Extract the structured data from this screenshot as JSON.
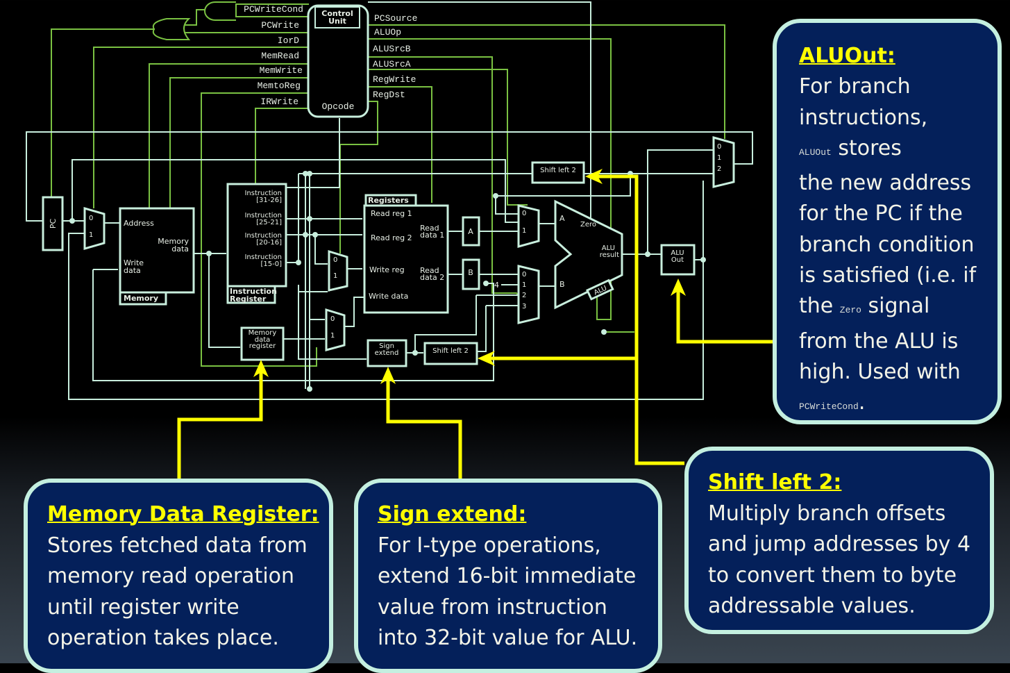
{
  "control_unit": {
    "title_line1": "Control",
    "title_line2": "Unit",
    "opcode": "Opcode",
    "left_signals": [
      "PCWriteCond",
      "PCWrite",
      "IorD",
      "MemRead",
      "MemWrite",
      "MemtoReg",
      "IRWrite"
    ],
    "right_signals": [
      "PCSource",
      "ALUOp",
      "ALUSrcB",
      "ALUSrcA",
      "RegWrite",
      "RegDst"
    ]
  },
  "pc": {
    "label": "PC"
  },
  "memory": {
    "title": "Memory",
    "address": "Address",
    "mem_data_1": "Memory",
    "mem_data_2": "data",
    "write_data_1": "Write",
    "write_data_2": "data"
  },
  "instruction_register": {
    "title_1": "Instruction",
    "title_2": "Register",
    "fields": [
      {
        "l1": "Instruction",
        "l2": "[31-26]"
      },
      {
        "l1": "Instruction",
        "l2": "[25-21]"
      },
      {
        "l1": "Instruction",
        "l2": "[20-16]"
      },
      {
        "l1": "Instruction",
        "l2": "[15-0]"
      }
    ]
  },
  "registers": {
    "title": "Registers",
    "read_reg_1": "Read reg 1",
    "read_reg_2": "Read reg 2",
    "write_reg": "Write reg",
    "write_data": "Write data",
    "read_data_1a": "Read",
    "read_data_1b": "data 1",
    "read_data_2a": "Read",
    "read_data_2b": "data 2"
  },
  "latches": {
    "a": "A",
    "b": "B",
    "aluout_1": "ALU",
    "aluout_2": "Out"
  },
  "mdr": {
    "l1": "Memory",
    "l2": "data",
    "l3": "register"
  },
  "sign_extend": {
    "l1": "Sign",
    "l2": "extend"
  },
  "shift_left_top": "Shift left 2",
  "shift_left_bottom": "Shift left 2",
  "alu": {
    "a": "A",
    "b": "B",
    "zero": "Zero",
    "result_1": "ALU",
    "result_2": "result",
    "control": "ALU"
  },
  "mux_labels": {
    "m0": "0",
    "m1": "1",
    "m2": "2",
    "m3": "3",
    "const_four": "4"
  },
  "callouts": {
    "mdr": {
      "heading": "Memory Data Register:",
      "lines": [
        "Stores fetched data from",
        "memory read operation",
        "until register write",
        "operation takes place."
      ]
    },
    "sign_extend": {
      "heading": "Sign extend:",
      "lines": [
        "For I-type operations,",
        "extend 16-bit immediate",
        "value from instruction",
        "into 32-bit value for ALU."
      ]
    },
    "shift_left": {
      "heading": "Shift left 2:",
      "lines": [
        "Multiply branch offsets",
        "and jump addresses by 4",
        "to convert them to byte",
        "addressable values."
      ]
    },
    "aluout": {
      "heading": "ALUOut:",
      "l1": "For branch",
      "l2": "instructions,",
      "l3_mono": "ALUOut",
      "l3_rest": " stores",
      "l4": "the new address",
      "l5": "for the PC if the",
      "l6": "branch condition",
      "l7": "is satisfied (i.e. if",
      "l8_pre": "the ",
      "l8_mono": "Zero",
      "l8_post": " signal",
      "l9": "from the ALU is",
      "l10": "high. Used with",
      "l11_mono": "PCWriteCond",
      "l11_post": "."
    }
  },
  "colors": {
    "wire": "#c8eedd",
    "control_wire": "#7ac142",
    "highlight": "#ffff00",
    "callout_bg": "#04205a",
    "callout_border": "#c4efe0"
  }
}
